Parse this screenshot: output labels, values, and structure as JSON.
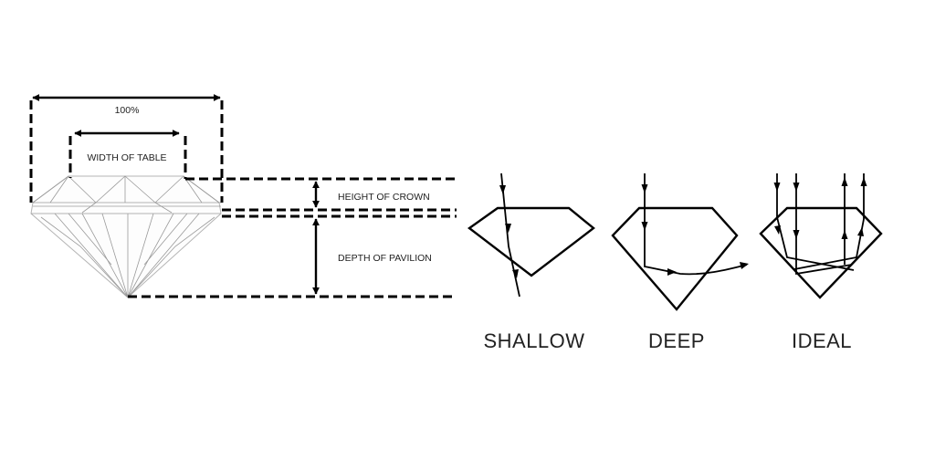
{
  "labels": {
    "full_width": "100%",
    "table_width": "WIDTH OF TABLE",
    "crown_height": "HEIGHT OF CROWN",
    "pavilion_depth": "DEPTH OF PAVILION"
  },
  "cuts": [
    {
      "id": "shallow",
      "label": "SHALLOW"
    },
    {
      "id": "deep",
      "label": "DEEP"
    },
    {
      "id": "ideal",
      "label": "IDEAL"
    }
  ],
  "colors": {
    "ink": "#000000",
    "facet": "#9a9a9a",
    "background": "#ffffff"
  }
}
